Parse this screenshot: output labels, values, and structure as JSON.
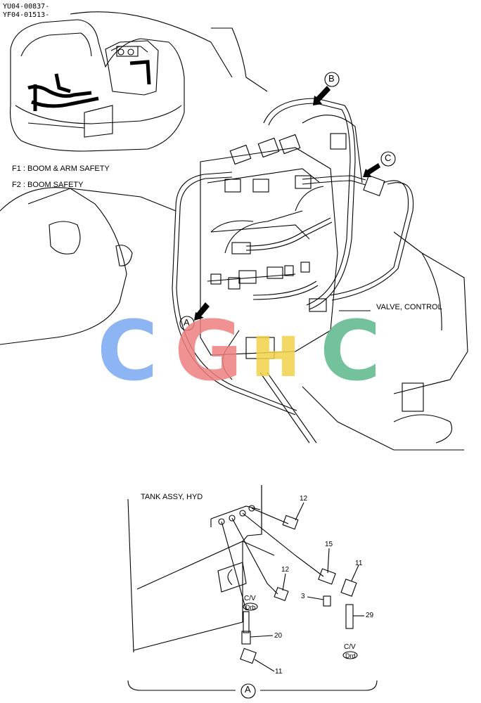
{
  "header": {
    "code1": "YU04-00837-",
    "code2": "YF04-01513-"
  },
  "legend": {
    "f1": "F1 :  BOOM & ARM SAFETY",
    "f2": "F2 :  BOOM SAFETY"
  },
  "callouts": {
    "a": "A",
    "b": "B",
    "c": "C"
  },
  "labels": {
    "valve_control": "VALVE, CONTROL",
    "tank_assy": "TANK ASSY, HYD",
    "cv1": "C/V",
    "drb1": "Drb",
    "cv2": "C/V",
    "drd2": "Drd"
  },
  "parts": {
    "p12a": "12",
    "p15": "15",
    "p11a": "11",
    "p12b": "12",
    "p3": "3",
    "p29": "29",
    "p20": "20",
    "p11b": "11"
  },
  "detail_label": "A",
  "watermark": {
    "letters": [
      "C",
      "G",
      "C"
    ],
    "colors": {
      "c1": "#7aa9f2",
      "g": "#ef7f7f",
      "y": "#f2d24a",
      "c2": "#5cb88a"
    }
  }
}
